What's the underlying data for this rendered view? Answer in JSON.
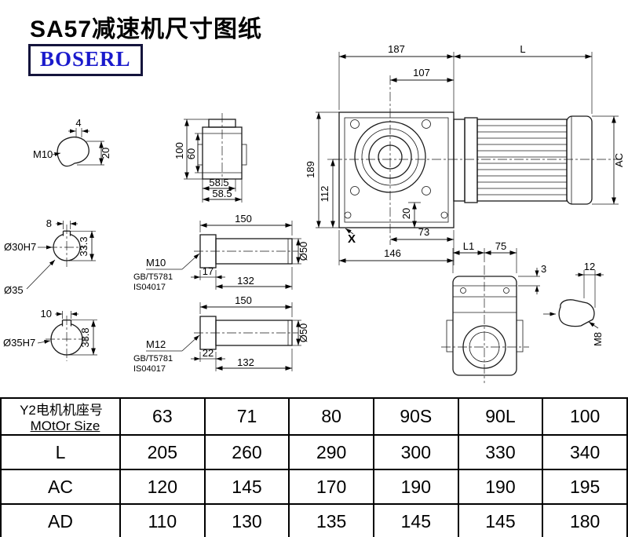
{
  "page": {
    "title": "SA57减速机尺寸图纸",
    "brand": "BOSERL"
  },
  "drawings": {
    "key_top": {
      "width": "4",
      "height": "20",
      "thread": "M10"
    },
    "flange": {
      "height_total": "100",
      "height_inner": "60",
      "width_a": "58.5",
      "width_b": "58.5"
    },
    "main": {
      "gearcase_len": "187",
      "motor_len": "L",
      "dim_107": "107",
      "dim_189": "189",
      "dim_112": "112",
      "dim_20": "20",
      "dim_73": "73",
      "dim_146": "146",
      "view_x": "X",
      "motor_dia": "AC"
    },
    "bore30": {
      "key_width": "8",
      "bore": "Ø30H7",
      "key_depth": "33.3",
      "outer_dia": "Ø35"
    },
    "shaft_m10": {
      "length": "150",
      "thread": "M10",
      "standard1": "GB/T5781",
      "standard2": "IS04017",
      "dim_17": "17",
      "dim_132": "132",
      "dia": "Ø50"
    },
    "bore35": {
      "key_width": "10",
      "bore": "Ø35H7",
      "key_depth": "38.8"
    },
    "shaft_m12": {
      "length": "150",
      "thread": "M12",
      "standard1": "GB/T5781",
      "standard2": "IS04017",
      "dim_22": "22",
      "dim_132": "132",
      "dia": "Ø50"
    },
    "front": {
      "dim_l1": "L1",
      "dim_75": "75",
      "dim_3": "3"
    },
    "key_right": {
      "dim_12": "12",
      "thread": "M8"
    }
  },
  "table": {
    "header_cn": "Y2电机机座号",
    "header_en": "MOtOr Size",
    "motor_sizes": [
      "63",
      "71",
      "80",
      "90S",
      "90L",
      "100"
    ],
    "rows": [
      {
        "label": "L",
        "values": [
          "205",
          "260",
          "290",
          "300",
          "330",
          "340"
        ]
      },
      {
        "label": "AC",
        "values": [
          "120",
          "145",
          "170",
          "190",
          "190",
          "195"
        ]
      },
      {
        "label": "AD",
        "values": [
          "110",
          "130",
          "135",
          "145",
          "145",
          "180"
        ]
      }
    ]
  }
}
